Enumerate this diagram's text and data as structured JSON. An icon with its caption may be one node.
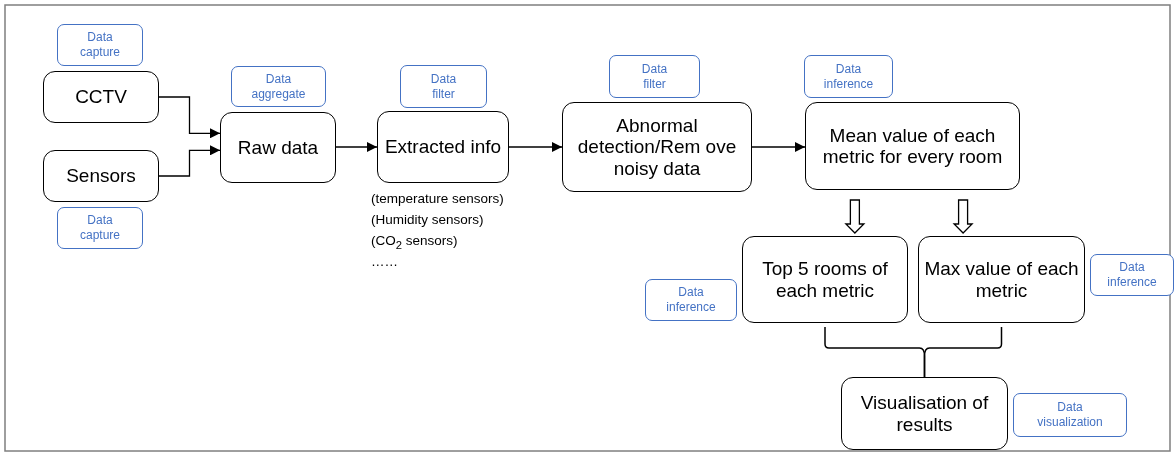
{
  "diagram": {
    "nodes": [
      {
        "text": [
          "Data capture"
        ]
      },
      {
        "text": [
          "CCTV"
        ]
      },
      {
        "text": [
          "Sensors"
        ]
      },
      {
        "text": [
          "Data capture"
        ]
      },
      {
        "text": [
          "Data aggregate"
        ]
      },
      {
        "text": [
          "Raw data"
        ]
      },
      {
        "text": [
          "Data filter"
        ]
      },
      {
        "text": [
          "Extracted info"
        ],
        "beside": [
          "(temperature sensors)",
          "(Humidity sensors)",
          "(CO$_{2}$ sensors)",
          "……"
        ]
      },
      {
        "text": [
          "Data filter"
        ]
      },
      {
        "text": [
          "Abnormal detection/Rem ove noisy data"
        ]
      },
      {
        "text": [
          "Data inference"
        ]
      },
      {
        "text": [
          "Mean value of each metric for every room"
        ]
      },
      {
        "text": [
          "Data inference"
        ]
      },
      {
        "text": [
          "Top 5 rooms of each metric"
        ]
      },
      {
        "text": [
          "Max value of each metric"
        ]
      },
      {
        "text": [
          "Data inference"
        ]
      },
      {
        "text": [
          "Visualisation of results"
        ]
      },
      {
        "text": [
          "Data visualization"
        ]
      }
    ],
    "edges": [
      {
        "from": 1,
        "to": 5,
        "arrow": "to"
      },
      {
        "from": 2,
        "to": 5,
        "arrow": "to"
      },
      {
        "from": 5,
        "to": 7,
        "arrow": "to"
      },
      {
        "from": 7,
        "to": 9,
        "arrow": "to"
      },
      {
        "from": 9,
        "to": 11,
        "arrow": "to"
      },
      {
        "from": 11,
        "to": 13,
        "arrow": "to"
      },
      {
        "from": 11,
        "to": 14,
        "arrow": "to"
      },
      {
        "from": 13,
        "to": 16,
        "arrow": "none"
      },
      {
        "from": 14,
        "to": 16,
        "arrow": "none"
      }
    ]
  }
}
